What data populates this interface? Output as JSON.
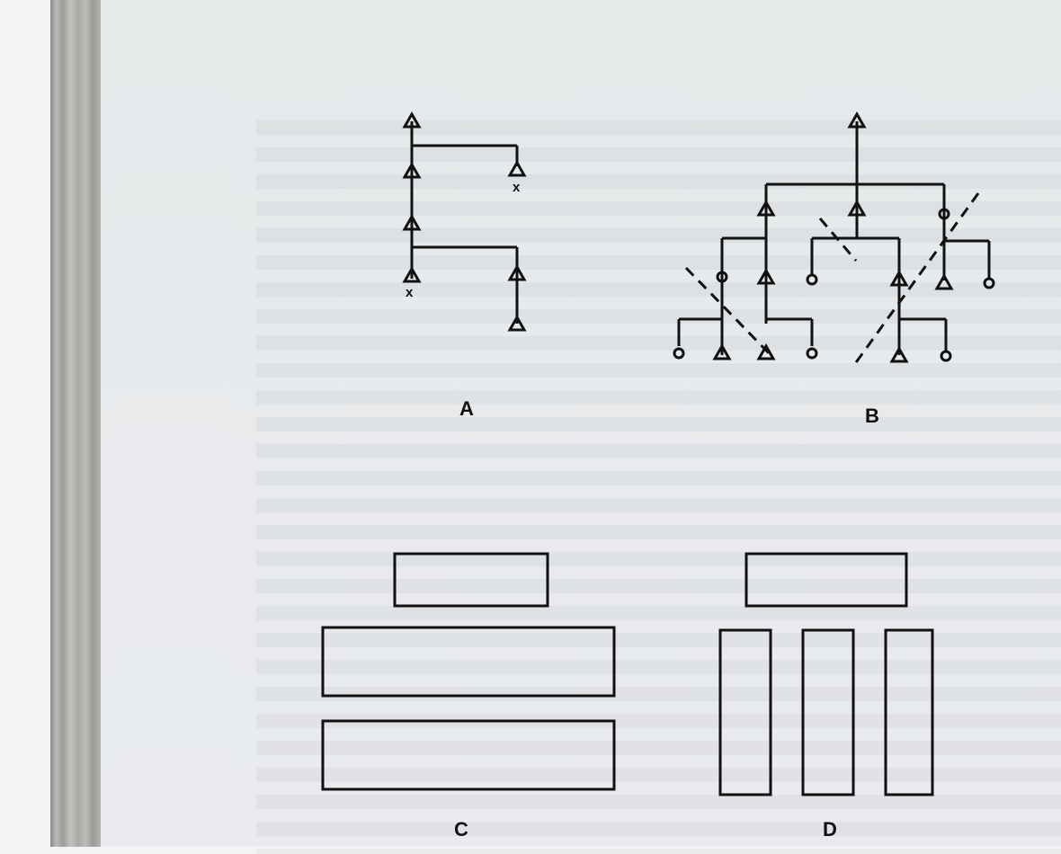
{
  "figure": {
    "panels": [
      {
        "id": "A",
        "label": "A"
      },
      {
        "id": "B",
        "label": "B"
      },
      {
        "id": "C",
        "label": "C"
      },
      {
        "id": "D",
        "label": "D"
      }
    ],
    "marks": {
      "x": "x"
    }
  }
}
